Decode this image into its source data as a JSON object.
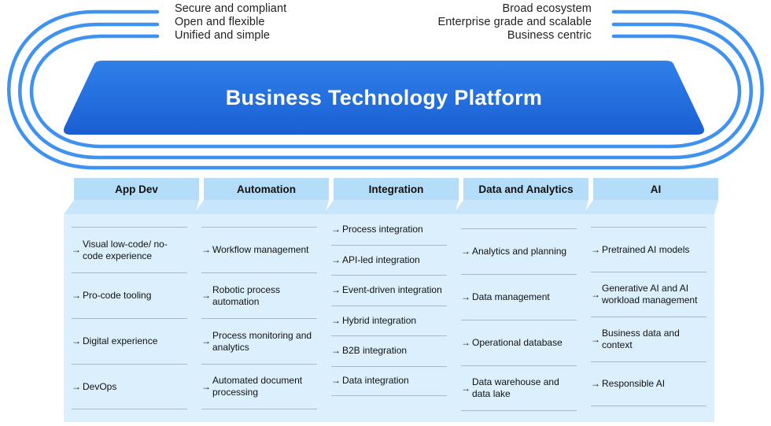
{
  "platform": {
    "title": "Business Technology Platform"
  },
  "tags_left": [
    "Secure and compliant",
    "Open and flexible",
    "Unified and simple"
  ],
  "tags_right": [
    "Broad ecosystem",
    "Enterprise grade and scalable",
    "Business centric"
  ],
  "arrow_glyph": "→",
  "columns": [
    {
      "title": "App Dev",
      "items": [
        "Visual low-code/ no-code experience",
        "Pro-code tooling",
        "Digital experience",
        "DevOps"
      ]
    },
    {
      "title": "Automation",
      "items": [
        "Workflow management",
        "Robotic process automation",
        "Process monitoring and analytics",
        "Automated document processing"
      ]
    },
    {
      "title": "Integration",
      "items": [
        "Process integration",
        "API-led integration",
        "Event-driven integration",
        "Hybrid integration",
        "B2B integration",
        "Data integration"
      ]
    },
    {
      "title": "Data and Analytics",
      "items": [
        "Analytics and planning",
        "Data management",
        "Operational database",
        "Data warehouse and data lake"
      ]
    },
    {
      "title": "AI",
      "items": [
        "Pretrained AI models",
        "Generative AI and AI workload management",
        "Business data and context",
        "Responsible AI"
      ]
    }
  ],
  "colors": {
    "platform_top": "#2f7ee6",
    "platform_bottom": "#1c62d4",
    "ring": "#3b8ff0",
    "header_bg": "#b3ddf9",
    "body_bg": "#dceffc"
  }
}
